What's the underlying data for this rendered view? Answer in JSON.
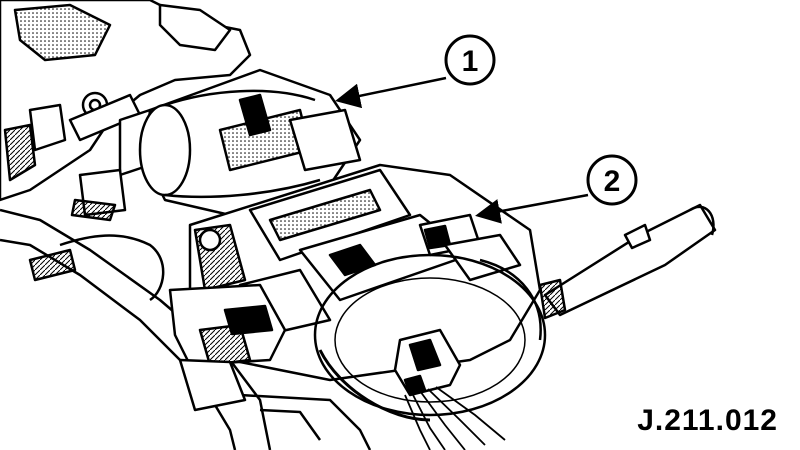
{
  "callouts": [
    {
      "label": "1"
    },
    {
      "label": "2"
    }
  ],
  "figure_id": "J.211.012",
  "colors": {
    "ink": "#000000",
    "paper": "#ffffff"
  }
}
